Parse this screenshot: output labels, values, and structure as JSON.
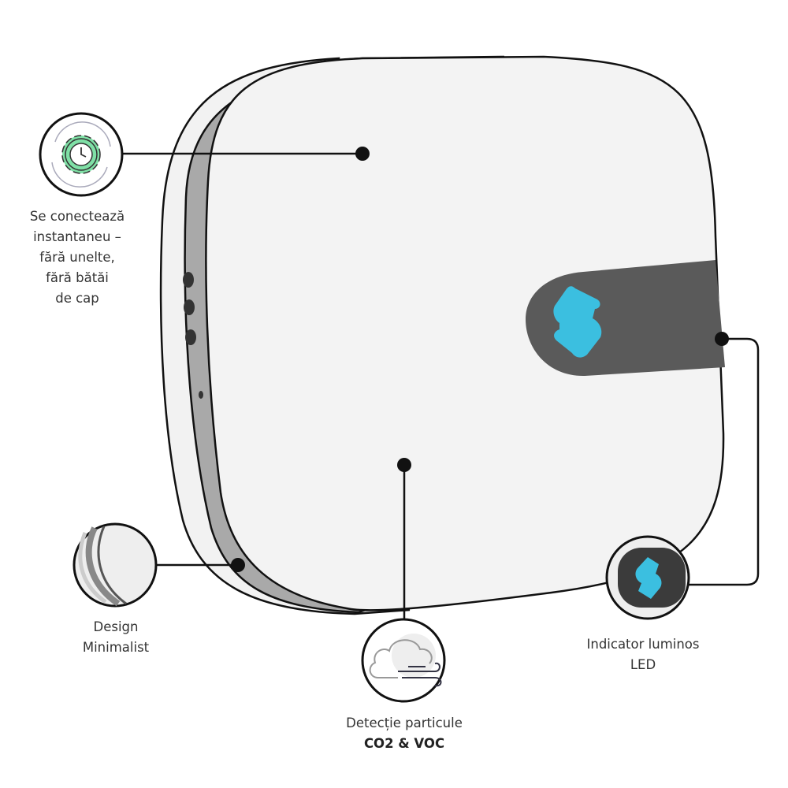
{
  "colors": {
    "accent": "#3bbfe0",
    "band": "#5a5a5a",
    "shell": "#f2f2f2",
    "gear": "#7fe0a6"
  },
  "callouts": [
    {
      "id": "connect",
      "icon": "gear-clock-icon",
      "lines": [
        "Se conectează",
        "instantaneu –",
        "fără unelte,",
        "fără bătăi",
        "de cap"
      ]
    },
    {
      "id": "design",
      "icon": "device-edge-closeup-icon",
      "lines": [
        "Design",
        "Minimalist"
      ]
    },
    {
      "id": "sensor",
      "icon": "cloud-wind-icon",
      "lines": [
        "Detecție particule"
      ],
      "bold": "CO2 & VOC"
    },
    {
      "id": "led",
      "icon": "led-logo-icon",
      "lines": [
        "Indicator luminos",
        "LED"
      ]
    }
  ]
}
